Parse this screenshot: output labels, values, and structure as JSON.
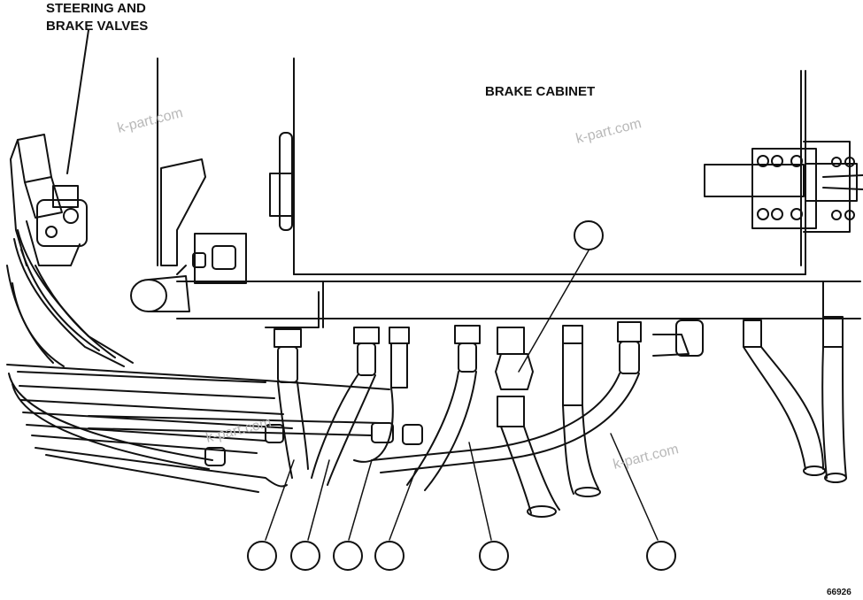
{
  "labels": {
    "steering_line1": "STEERING AND",
    "steering_line2": "BRAKE VALVES",
    "brake_cabinet": "BRAKE CABINET"
  },
  "watermarks": [
    "k-part.com",
    "k-part.com",
    "k-part.com",
    "k-part.com"
  ],
  "figure_number": "66926",
  "callouts": [
    "",
    "",
    "",
    "",
    "",
    "",
    ""
  ],
  "colors": {
    "line": "#111111",
    "paper": "#ffffff",
    "watermark": "#b8b8b8"
  }
}
